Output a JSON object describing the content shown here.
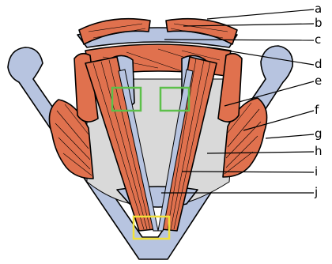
{
  "colors": {
    "cartilage": "#b7c4e0",
    "muscle": "#e0714e",
    "cavity": "#d9d9d9",
    "highlight_green": "#5cc04a",
    "highlight_yellow": "#f1e13a",
    "line": "#000000"
  },
  "labels": [
    "a",
    "b",
    "c",
    "d",
    "e",
    "f",
    "g",
    "h",
    "i",
    "j"
  ]
}
